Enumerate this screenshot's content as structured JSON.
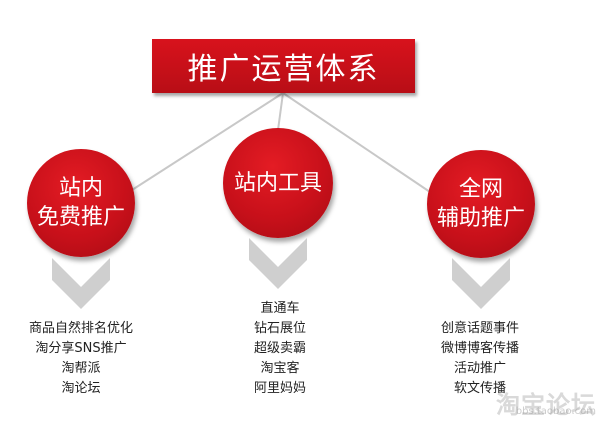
{
  "title": "推广运营体系",
  "branches": [
    {
      "circle_lines": [
        "站内",
        "免费推广"
      ],
      "items": [
        "商品自然排名优化",
        "淘分享SNS推广",
        "淘帮派",
        "淘论坛"
      ]
    },
    {
      "circle_lines": [
        "站内工具"
      ],
      "items": [
        "直通车",
        "钻石展位",
        "超级卖霸",
        "淘宝客",
        "阿里妈妈"
      ]
    },
    {
      "circle_lines": [
        "全网",
        "辅助推广"
      ],
      "items": [
        "创意话题事件",
        "微博博客传播",
        "活动推广",
        "软文传播"
      ]
    }
  ],
  "watermark": {
    "text": "淘宝论坛",
    "url": "bbs.taobao.com"
  },
  "colors": {
    "accent_red": "#cc101a",
    "connector_gray": "#c8c8c8",
    "chevron_gray": "#cfcfcf",
    "text": "#222222"
  }
}
